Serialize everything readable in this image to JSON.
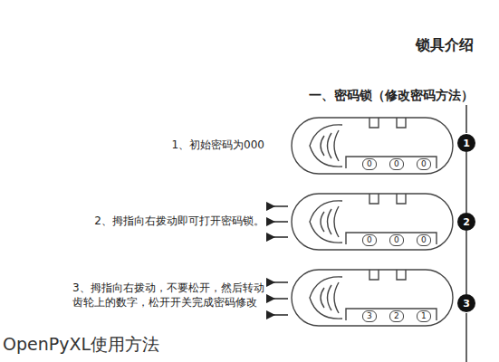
{
  "diagram": {
    "title": "锁具介绍",
    "caption": "OpenPyXL使用方法",
    "nodes": [
      {
        "text": [
          "0",
          "0",
          "0"
        ]
      },
      {
        "text": [
          "1"
        ]
      },
      {
        "text": [
          "0",
          "0",
          "0"
        ]
      },
      {
        "text": [
          "2"
        ]
      },
      {
        "text": [
          "3",
          "2",
          "1"
        ]
      },
      {
        "text": [
          "3"
        ]
      }
    ],
    "edges": [
      {
        "from": 1,
        "to": 3,
        "arrow": "none"
      },
      {
        "from": 3,
        "to": 5,
        "arrow": "none"
      }
    ],
    "labels": [
      "一、密码锁（修改密码方法）",
      "1、初始密码为000",
      "2、拇指向右拨动即可打开密码锁。",
      "3、拇指向右拨动，不要松开，然后转动齿轮上的数字，松开开关完成密码修改"
    ]
  }
}
